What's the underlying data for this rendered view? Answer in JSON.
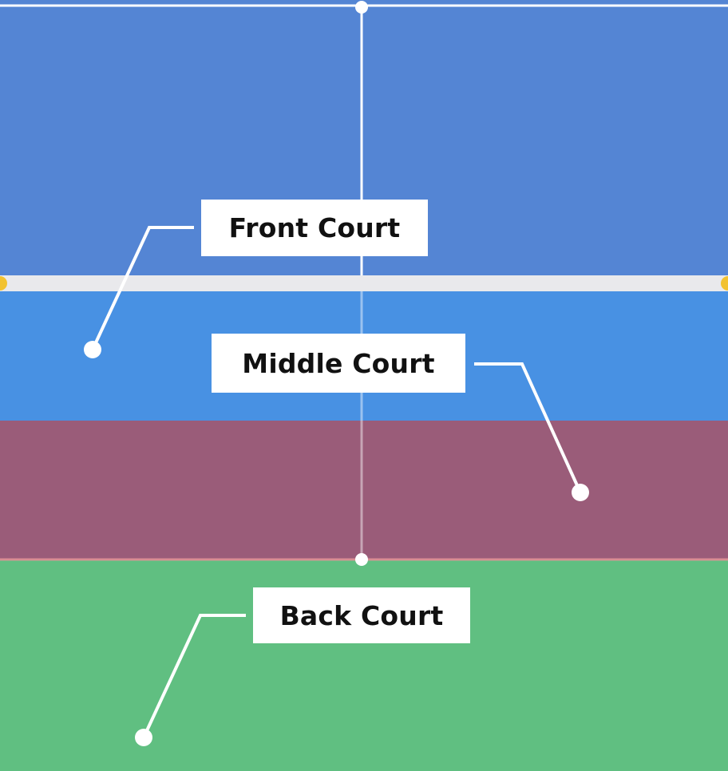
{
  "zones": {
    "front": {
      "label": "Front Court",
      "color": "#5485d4"
    },
    "net": {
      "color": "#e9e9ec"
    },
    "middle": {
      "label": "Middle Court",
      "color": "#4891e3"
    },
    "middle_shaded": {
      "color": "#9a5c79"
    },
    "back": {
      "label": "Back Court",
      "color": "#60bf81"
    }
  },
  "colors": {
    "court_lines": "#ffffff",
    "net_post": "#f2c230",
    "callout": "#ffffff"
  }
}
